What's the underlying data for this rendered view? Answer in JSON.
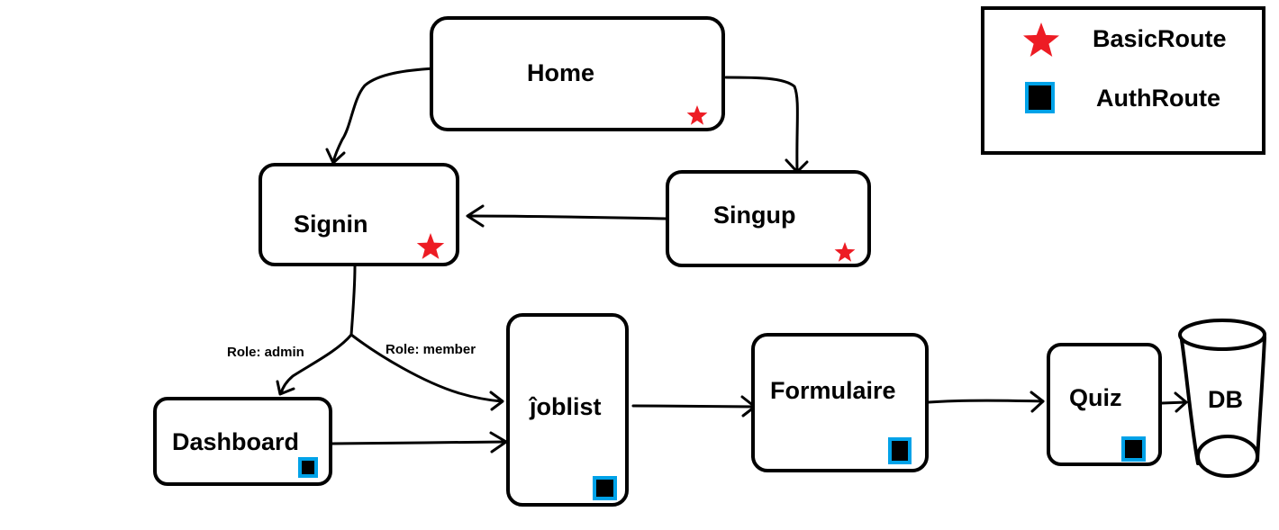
{
  "colors": {
    "stroke": "#000000",
    "basic_marker": "#ed1c24",
    "auth_marker_border": "#00a2e8",
    "auth_marker_fill": "#000000",
    "background": "#ffffff"
  },
  "legend": {
    "basic": {
      "icon": "red-star-icon",
      "label": "BasicRoute"
    },
    "auth": {
      "icon": "blue-black-square-icon",
      "label": "AuthRoute"
    }
  },
  "nodes": {
    "home": {
      "label": "Home",
      "route": "basic"
    },
    "signin": {
      "label": "Signin",
      "route": "basic"
    },
    "singup": {
      "label": "Singup",
      "route": "basic"
    },
    "dashboard": {
      "label": "Dashboard",
      "route": "auth"
    },
    "joblist": {
      "label": "ĵoblist",
      "route": "auth"
    },
    "formulaire": {
      "label": "Formulaire",
      "route": "auth"
    },
    "quiz": {
      "label": "Quiz",
      "route": "auth"
    },
    "db": {
      "label": "DB",
      "shape": "cylinder"
    }
  },
  "edges": [
    {
      "from": "home",
      "to": "signin",
      "label": ""
    },
    {
      "from": "home",
      "to": "singup",
      "label": ""
    },
    {
      "from": "singup",
      "to": "signin",
      "label": ""
    },
    {
      "from": "signin",
      "to": "dashboard",
      "label": "Role: admin"
    },
    {
      "from": "signin",
      "to": "joblist",
      "label": "Role: member"
    },
    {
      "from": "dashboard",
      "to": "joblist",
      "label": ""
    },
    {
      "from": "joblist",
      "to": "formulaire",
      "label": ""
    },
    {
      "from": "formulaire",
      "to": "quiz",
      "label": ""
    },
    {
      "from": "quiz",
      "to": "db",
      "label": ""
    }
  ]
}
